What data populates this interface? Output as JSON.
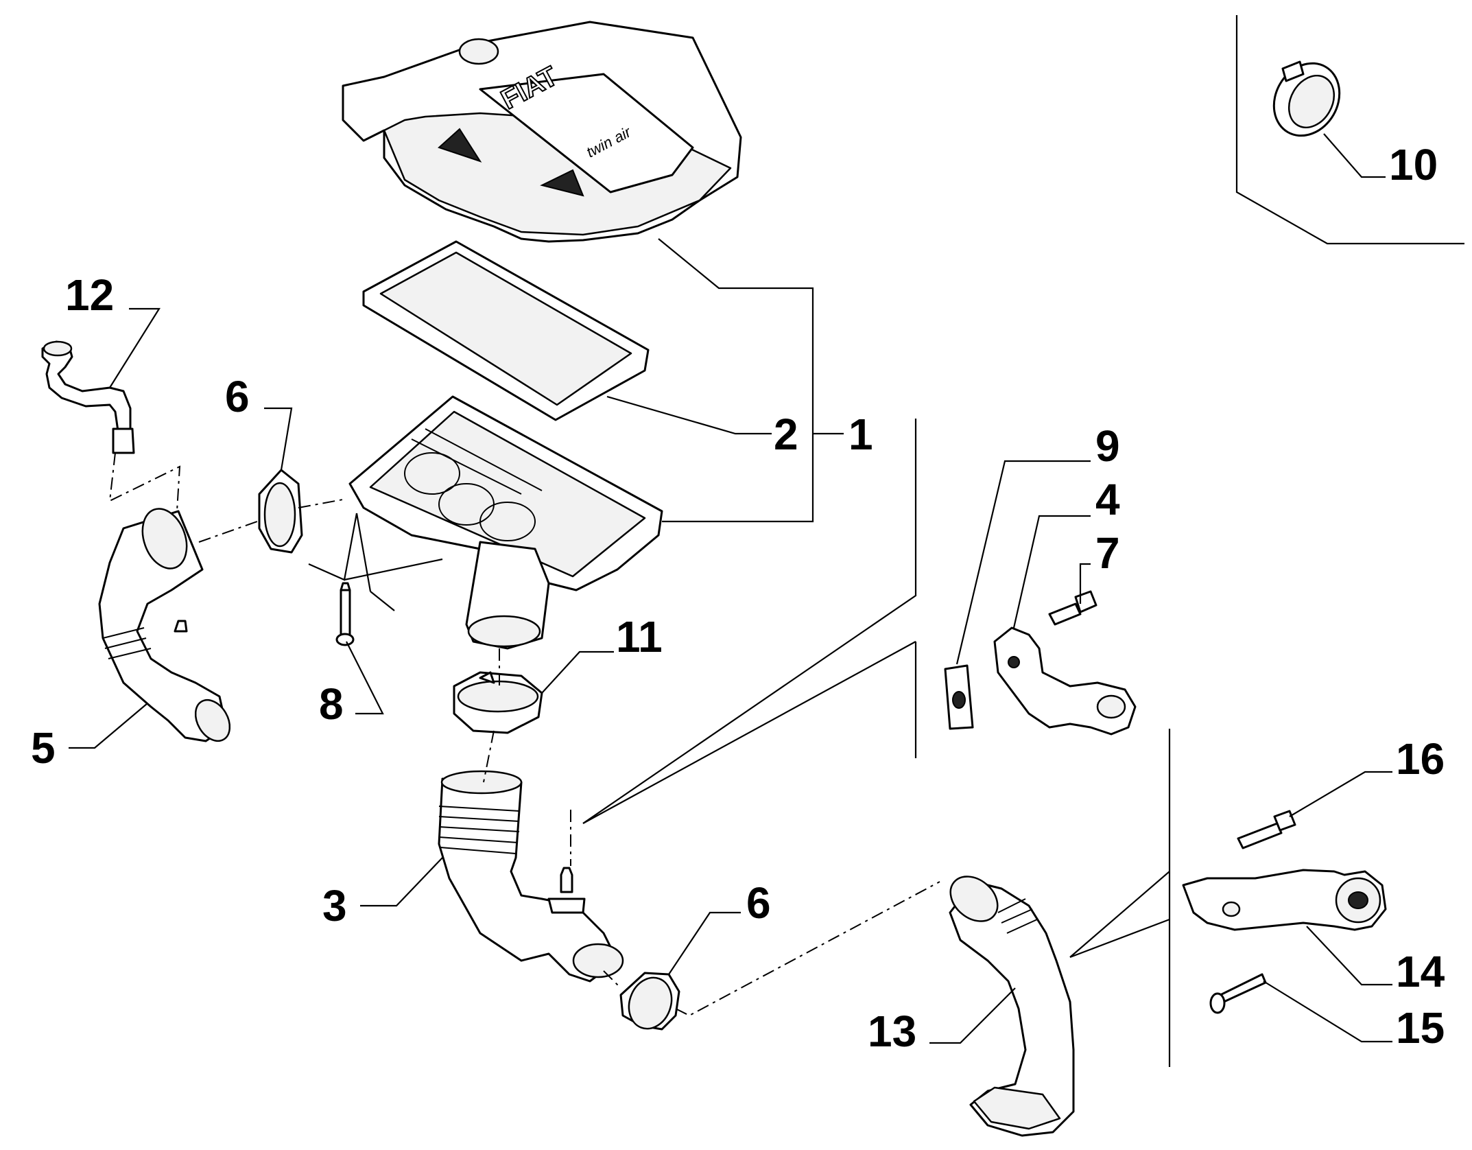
{
  "callouts": {
    "p1": "1",
    "p2": "2",
    "p3": "3",
    "p4": "4",
    "p5": "5",
    "p6a": "6",
    "p6b": "6",
    "p7": "7",
    "p8": "8",
    "p9": "9",
    "p10": "10",
    "p11": "11",
    "p12": "12",
    "p13": "13",
    "p14": "14",
    "p15": "15",
    "p16": "16"
  },
  "cover_marking": {
    "brand": "FIAT",
    "engine": "twin air"
  }
}
